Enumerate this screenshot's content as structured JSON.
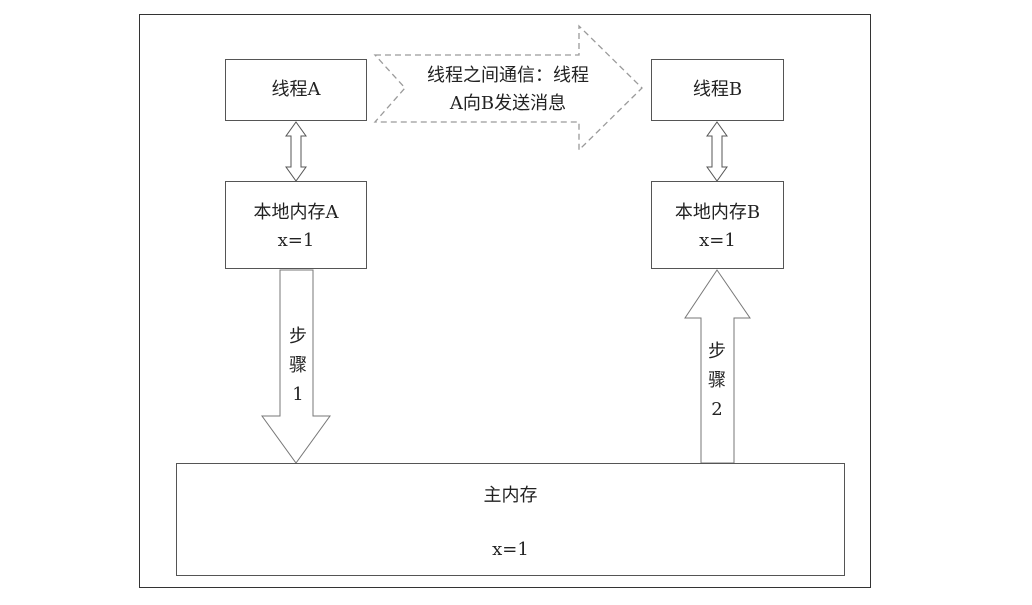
{
  "thread_a": {
    "label": "线程A"
  },
  "thread_b": {
    "label": "线程B"
  },
  "message": {
    "line1": "线程之间通信：线程",
    "line2": "A向B发送消息"
  },
  "local_memory_a": {
    "title": "本地内存A",
    "value": "x=1"
  },
  "local_memory_b": {
    "title": "本地内存B",
    "value": "x=1"
  },
  "step1": {
    "char1": "步",
    "char2": "骤",
    "num": "1"
  },
  "step2": {
    "char1": "步",
    "char2": "骤",
    "num": "2"
  },
  "main_memory": {
    "title": "主内存",
    "value": "x=1"
  }
}
